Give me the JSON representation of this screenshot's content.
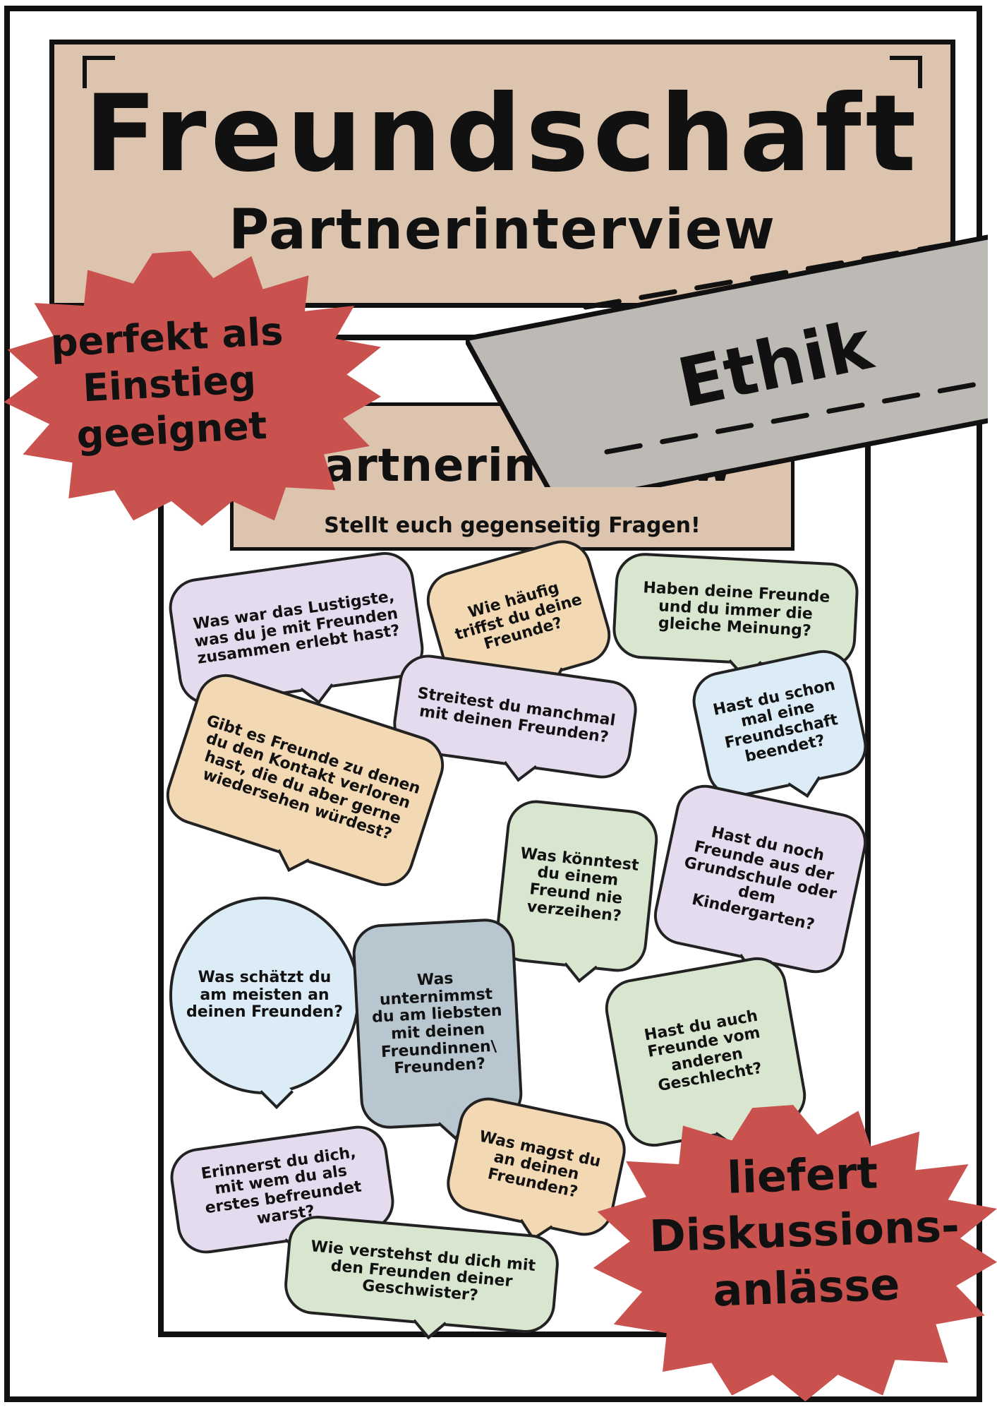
{
  "title": "Freundschaft",
  "subtitle": "Partnerinterview",
  "ribbon_label": "Ethik",
  "badge_left": [
    "perfekt als",
    "Einstieg",
    "geeignet"
  ],
  "badge_right": [
    "liefert",
    "Diskussions-",
    "anlässe"
  ],
  "preview": {
    "title": "Partnerinterview",
    "subtitle": "Stellt euch gegenseitig Fragen!",
    "questions": [
      "Was war das Lustigste, was du je mit Freunden zusammen erlebt hast?",
      "Wie häufig triffst du deine Freunde?",
      "Haben deine Freunde und du immer die gleiche Meinung?",
      "Streitest du manchmal mit deinen Freunden?",
      "Hast du schon mal eine Freundschaft beendet?",
      "Gibt es Freunde zu denen du den Kontakt verloren hast, die du aber gerne wiedersehen würdest?",
      "Was könntest du einem Freund nie verzeihen?",
      "Hast du noch Freunde aus der Grundschule oder dem Kindergarten?",
      "Was schätzt du am meisten an deinen Freunden?",
      "Was unternimmst du am liebsten mit deinen Freundinnen\\ Freunden?",
      "Hast du auch Freunde vom anderen Geschlecht?",
      "Was magst du an deinen Freunden?",
      "Erinnerst du dich, mit wem du als erstes befreundet warst?",
      "Wie verstehst du dich mit den Freunden deiner Geschwister?"
    ]
  },
  "colors": {
    "banner": "#dcc4ae",
    "badge": "#c9524f",
    "ribbon": "#bdb9b5"
  }
}
